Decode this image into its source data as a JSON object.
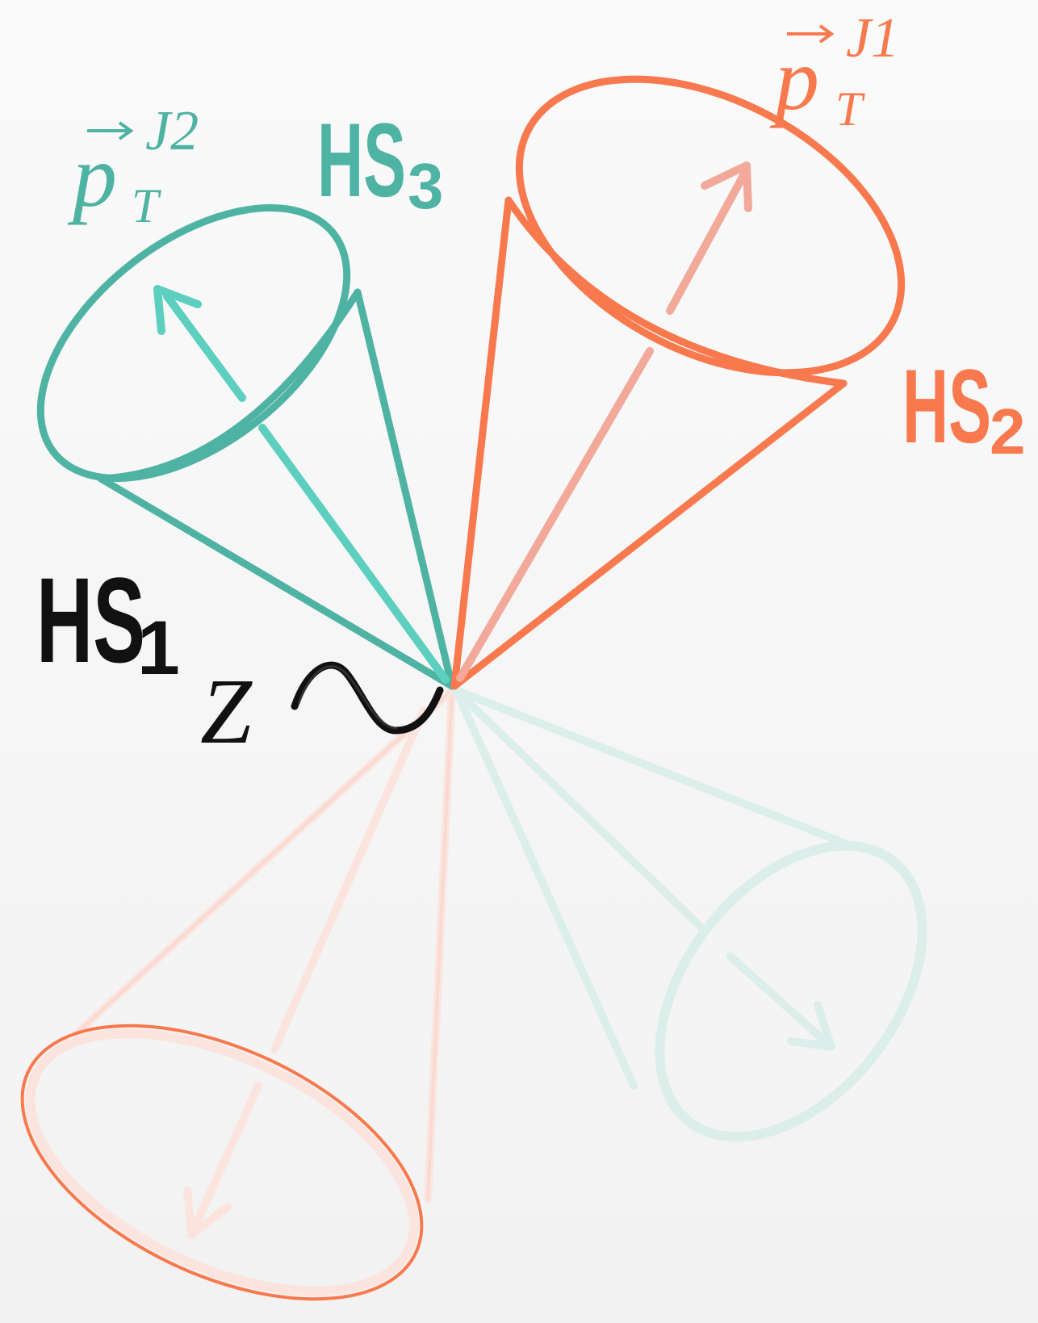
{
  "colors": {
    "teal": "#4fb3a4",
    "teal_light": "#5ccfbf",
    "orange": "#f8794d",
    "orange_light": "#f2a99a",
    "orange_faint": "#fbe4de",
    "teal_faint": "#dceeea",
    "black": "#111111"
  },
  "labels": {
    "hs1": {
      "main": "HS",
      "sub": "1"
    },
    "hs2": {
      "main": "HS",
      "sub": "2"
    },
    "hs3": {
      "main": "HS",
      "sub": "3"
    },
    "jet1": {
      "base": "p",
      "sub": "T",
      "sup": "J1"
    },
    "jet2": {
      "base": "p",
      "sub": "T",
      "sup": "J2"
    },
    "boson": "Z"
  }
}
